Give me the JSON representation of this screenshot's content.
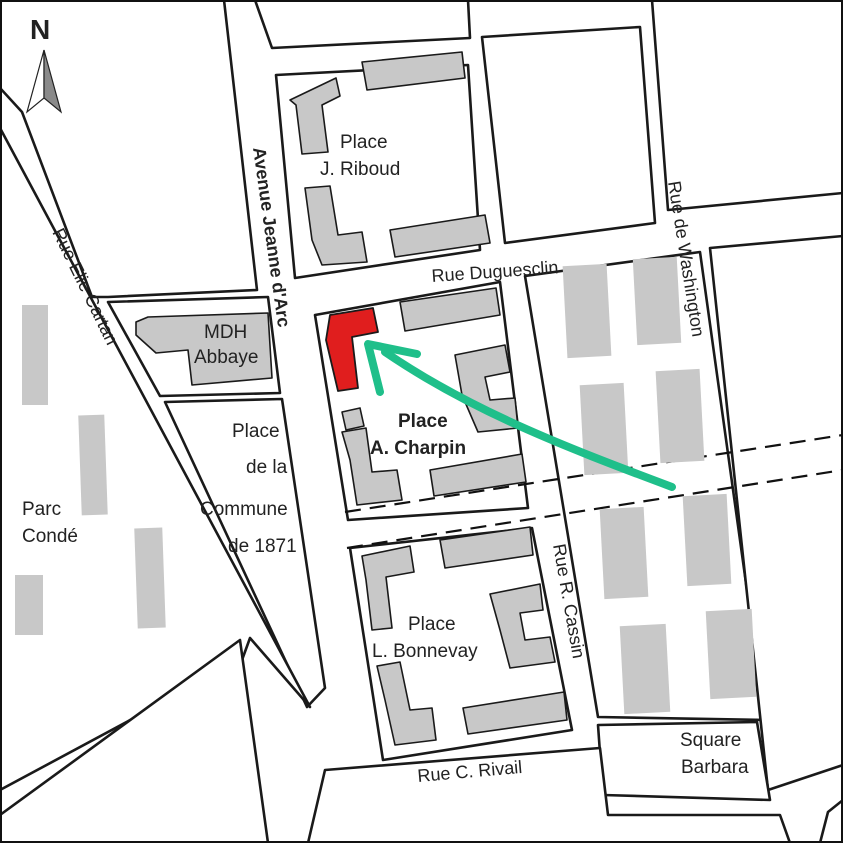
{
  "compass": {
    "letter": "N",
    "icon": "north-arrow-icon"
  },
  "places": {
    "riboud": [
      "Place",
      "J. Riboud"
    ],
    "mdh": [
      "MDH",
      "Abbaye"
    ],
    "charpin": [
      "Place",
      "A. Charpin"
    ],
    "commune": [
      "Place",
      "de la",
      "Commune",
      "de 1871"
    ],
    "conde": [
      "Parc",
      "Condé"
    ],
    "bonnevay": [
      "Place",
      "L. Bonnevay"
    ],
    "barbara": [
      "Square",
      "Barbara"
    ]
  },
  "streets": {
    "jeanne_darc": "Avenue Jeanne d'Arc",
    "elie_cartan": "Rue Elie Cartan",
    "duguesclin": "Rue Duguesclin",
    "washington": "Rue de Washington",
    "cassin": "Rue R. Cassin",
    "rivail": "Rue C. Rivail"
  },
  "colors": {
    "target_building": "#e01e1e",
    "route_arrow": "#1fbf8a",
    "buildings": "#c8c8c8"
  }
}
